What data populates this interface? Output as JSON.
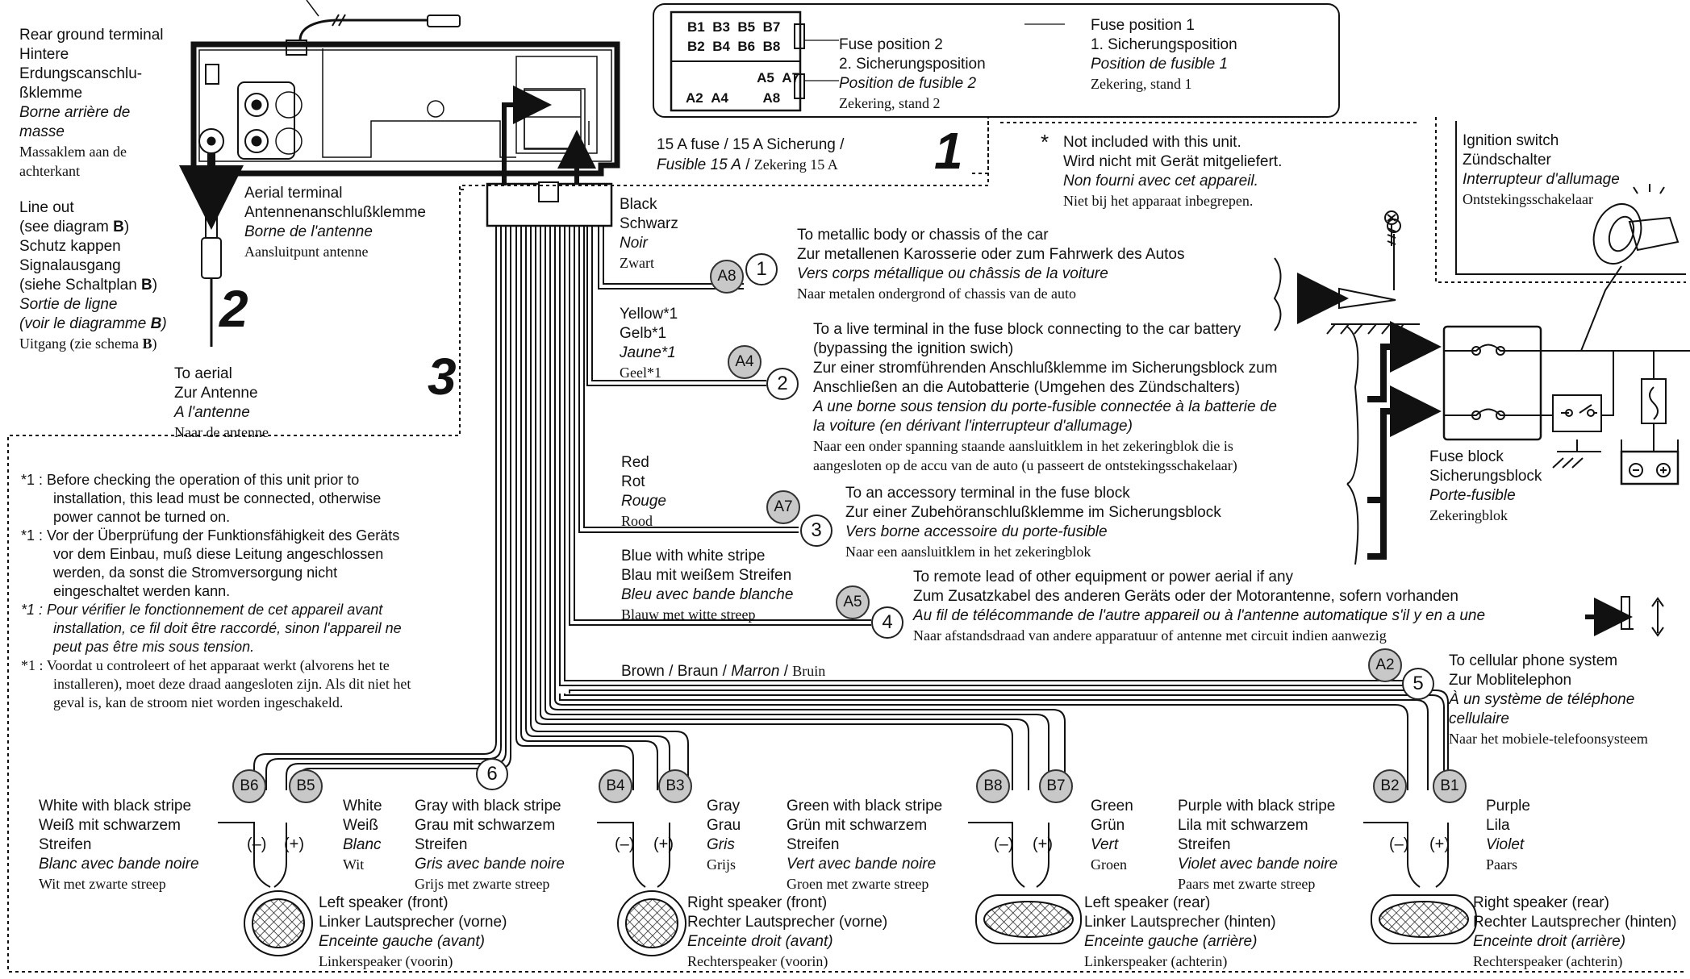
{
  "rear_ground": {
    "en": "Rear ground terminal",
    "de1": "Hintere",
    "de2": "Erdungscanschlu-",
    "de3": "ßklemme",
    "fr1": "Borne arrière de",
    "fr2": "masse",
    "nl1": "Massaklem aan de",
    "nl2": "achterkant"
  },
  "line_out": {
    "en1": "Line out",
    "en2": "(see diagram ",
    "de1": "Schutz kappen",
    "de2": "Signalausgang",
    "de3": "(siehe Schaltplan ",
    "fr1": "Sortie de ligne",
    "fr2": "(voir le diagramme ",
    "nl": "Uitgang (zie schema ",
    "diag": "B"
  },
  "aerial_terminal": {
    "en": "Aerial terminal",
    "de": "Antennenanschlußklemme",
    "fr": "Borne de l'antenne",
    "nl": "Aansluitpunt antenne"
  },
  "to_aerial": {
    "en": "To aerial",
    "de": "Zur Antenne",
    "fr": "A l'antenne",
    "nl": "Naar de antenne"
  },
  "big_numbers": {
    "n1": "1",
    "n2": "2",
    "n3": "3"
  },
  "fuse_pos2": {
    "en": "Fuse position 2",
    "de": "2. Sicherungsposition",
    "fr": "Position de fusible 2",
    "nl": "Zekering, stand 2"
  },
  "fuse_pos1": {
    "en": "Fuse position 1",
    "de": "1. Sicherungsposition",
    "fr": "Position de fusible 1",
    "nl": "Zekering, stand 1"
  },
  "fuse15": {
    "en": "15 A fuse",
    "de": "15 A Sicherung",
    "fr": "Fusible 15 A",
    "nl": "Zekering 15 A",
    "sep": " / "
  },
  "pin_labels": {
    "b1": "B1",
    "b3": "B3",
    "b5": "B5",
    "b7": "B7",
    "b2": "B2",
    "b4": "B4",
    "b6": "B6",
    "b8": "B8",
    "a5": "A5",
    "a7": "A7",
    "a2": "A2",
    "a4": "A4",
    "a8": "A8"
  },
  "not_included": {
    "star": "*",
    "en": "Not included with this unit.",
    "de": "Wird nicht mit Gerät mitgeliefert.",
    "fr": "Non fourni avec cet appareil.",
    "nl": "Niet bij het apparaat inbegrepen."
  },
  "ignition": {
    "en": "Ignition switch",
    "de": "Zündschalter",
    "fr": "Interrupteur d'allumage",
    "nl": "Ontstekingsschakelaar"
  },
  "fuse_block": {
    "en": "Fuse block",
    "de": "Sicherungsblock",
    "fr": "Porte-fusible",
    "nl": "Zekeringblok"
  },
  "wires": [
    {
      "num": "1",
      "pin": "A8",
      "c_en": "Black",
      "c_de": "Schwarz",
      "c_fr": "Noir",
      "c_nl": "Zwart",
      "d_en": "To metallic body or chassis of the car",
      "d_de": "Zur metallenen Karosserie oder zum Fahrwerk des Autos",
      "d_fr": "Vers corps métallique ou châssis de la voiture",
      "d_nl": "Naar metalen ondergrond of chassis van de auto"
    },
    {
      "num": "2",
      "pin": "A4",
      "c_en": "Yellow*1",
      "c_de": "Gelb*1",
      "c_fr": "Jaune*1",
      "c_nl": "Geel*1",
      "d_en1": "To a live terminal in the fuse block connecting to the car battery",
      "d_en2": "(bypassing the ignition swich)",
      "d_de1": "Zur einer stromführenden Anschlußklemme im Sicherungsblock zum",
      "d_de2": "Anschließen an die Autobatterie (Umgehen des Zündschalters)",
      "d_fr1": "A une borne sous tension du porte-fusible connectée à la batterie de",
      "d_fr2": "la voiture (en dérivant l'interrupteur d'allumage)",
      "d_nl1": "Naar een onder spanning staande aansluitklem in het zekeringblok die is",
      "d_nl2": "aangesloten op de accu van de auto (u passeert de ontstekingsschakelaar)"
    },
    {
      "num": "3",
      "pin": "A7",
      "c_en": "Red",
      "c_de": "Rot",
      "c_fr": "Rouge",
      "c_nl": "Rood",
      "d_en": "To an accessory terminal in the fuse block",
      "d_de": "Zur einer Zubehöranschlußklemme im Sicherungsblock",
      "d_fr": "Vers borne accessoire du porte-fusible",
      "d_nl": "Naar een aansluitklem in het zekeringblok"
    },
    {
      "num": "4",
      "pin": "A5",
      "c_en": "Blue with white stripe",
      "c_de": "Blau mit weißem Streifen",
      "c_fr": "Bleu avec bande blanche",
      "c_nl": "Blauw met witte streep",
      "d_en": "To remote lead of other equipment or power aerial if any",
      "d_de": "Zum Zusatzkabel des anderen Geräts oder der Motorantenne, sofern vorhanden",
      "d_fr": "Au fil de télécommande de l'autre appareil ou à l'antenne automatique s'il y en a une",
      "d_nl": "Naar afstandsdraad van andere apparatuur of antenne met circuit indien aanwezig"
    },
    {
      "num": "5",
      "pin": "A2",
      "c_en": "Brown",
      "c_de": "Braun",
      "c_fr": "Marron",
      "c_nl": "Bruin",
      "d_en": "To cellular phone system",
      "d_de": "Zur Moblitelephon",
      "d_fr1": "À un système de téléphone",
      "d_fr2": "cellulaire",
      "d_nl": "Naar het mobiele-telefoonsysteem"
    }
  ],
  "note": {
    "m": "*1 :",
    "en1": "Before checking the operation of this unit prior to",
    "en2": "installation, this lead must be connected, otherwise",
    "en3": "power cannot be turned on.",
    "de1": "Vor der Überprüfung der Funktionsfähigkeit des Geräts",
    "de2": "vor dem Einbau, muß diese Leitung angeschlossen",
    "de3": "werden, da sonst die Stromversorgung nicht",
    "de4": "eingeschaltet werden kann.",
    "fr1": "Pour vérifier le fonctionnement de cet appareil avant",
    "fr2": "installation, ce fil doit être raccordé, sinon l'appareil ne",
    "fr3": "peut pas être mis sous tension.",
    "nl1": "Voordat u controleert of het apparaat werkt (alvorens het te",
    "nl2": "installeren), moet deze draad aangesloten zijn. Als dit niet het",
    "nl3": "geval is, kan de stroom niet worden ingeschakeld."
  },
  "speaker_group": "6",
  "minus": "(–)",
  "plus": "(+)",
  "speakers": [
    {
      "neg_pin": "B6",
      "pos_pin": "B5",
      "neg_en": "White with black stripe",
      "neg_de1": "Weiß mit schwarzem",
      "neg_de2": "Streifen",
      "neg_fr": "Blanc avec bande noire",
      "neg_nl": "Wit met zwarte streep",
      "pos_en": "White",
      "pos_de": "Weiß",
      "pos_fr": "Blanc",
      "pos_nl": "Wit",
      "sp_en": "Left speaker (front)",
      "sp_de": "Linker Lautsprecher (vorne)",
      "sp_fr": "Enceinte gauche (avant)",
      "sp_nl": "Linkerspeaker (voorin)"
    },
    {
      "neg_pin": "B4",
      "pos_pin": "B3",
      "neg_en": "Gray with black stripe",
      "neg_de1": "Grau mit schwarzem",
      "neg_de2": "Streifen",
      "neg_fr": "Gris avec bande noire",
      "neg_nl": "Grijs met zwarte streep",
      "pos_en": "Gray",
      "pos_de": "Grau",
      "pos_fr": "Gris",
      "pos_nl": "Grijs",
      "sp_en": "Right speaker (front)",
      "sp_de": "Rechter Lautsprecher (vorne)",
      "sp_fr": "Enceinte droit (avant)",
      "sp_nl": "Rechterspeaker (voorin)"
    },
    {
      "neg_pin": "B8",
      "pos_pin": "B7",
      "neg_en": "Green with black stripe",
      "neg_de1": "Grün mit schwarzem",
      "neg_de2": "Streifen",
      "neg_fr": "Vert avec bande noire",
      "neg_nl": "Groen met zwarte streep",
      "pos_en": "Green",
      "pos_de": "Grün",
      "pos_fr": "Vert",
      "pos_nl": "Groen",
      "sp_en": "Left speaker (rear)",
      "sp_de": "Linker Lautsprecher (hinten)",
      "sp_fr": "Enceinte gauche (arrière)",
      "sp_nl": "Linkerspeaker (achterin)"
    },
    {
      "neg_pin": "B2",
      "pos_pin": "B1",
      "neg_en": "Purple with black stripe",
      "neg_de1": "Lila mit schwarzem",
      "neg_de2": "Streifen",
      "neg_fr": "Violet avec bande noire",
      "neg_nl": "Paars met zwarte streep",
      "pos_en": "Purple",
      "pos_de": "Lila",
      "pos_fr": "Violet",
      "pos_nl": "Paars",
      "sp_en": "Right speaker (rear)",
      "sp_de": "Rechter Lautsprecher (hinten)",
      "sp_fr": "Enceinte droit (arrière)",
      "sp_nl": "Rechterspeaker (achterin)"
    }
  ]
}
